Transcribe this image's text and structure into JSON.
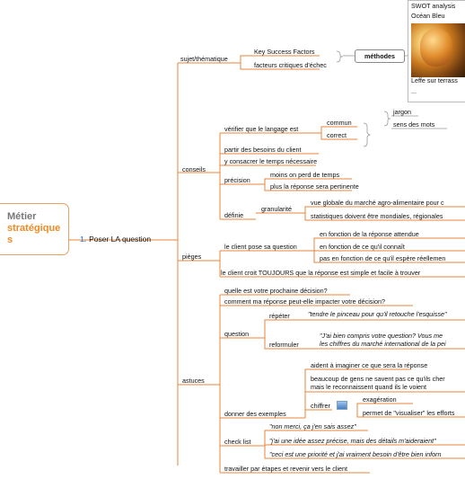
{
  "root": {
    "line1": "Métier",
    "line2": "stratégique",
    "line3": "s"
  },
  "branch": {
    "number": "1.",
    "label": "Poser LA question"
  },
  "sujet": {
    "label": "sujet/thématique",
    "items": [
      "Key Success Factors",
      "facteurs critiques d'échec"
    ],
    "methodes": "méthodes",
    "methods_list": [
      "SWOT analysis",
      "Océan Bleu",
      "Leffe sur terrass",
      "..."
    ]
  },
  "conseils": {
    "label": "conseils",
    "verifier": "vérifier que le langage est",
    "commun": "commun",
    "correct": "correct",
    "jargon": "jargon",
    "sens": "sens des mots",
    "partir": "partir des besoins du client",
    "consacrer": "y consacrer le temps nécessaire",
    "precision": "précision",
    "moins": "moins on perd de temps",
    "plus": "plus la réponse sera pertinente",
    "definie": "définie",
    "granularite": "granularité",
    "vue": "vue globale du marché agro-alimentaire pour c",
    "stats": "statistiques doivent être mondiales, régionales"
  },
  "pieges": {
    "label": "pièges",
    "pose": "le client pose sa question",
    "p1": "en fonction de la réponse attendue",
    "p2": "en fonction de ce qu'il connaît",
    "p3": "pas en fonction de ce qu'il espère réellemen",
    "croit": "le client croit TOUJOURS que la réponse est simple et facile à trouver"
  },
  "astuces": {
    "label": "astuces",
    "q1": "quelle est votre prochaine décision?",
    "q2": "comment ma réponse peut-elle impacter votre décision?",
    "question": "question",
    "repeter": "répéter",
    "repeter_quote": "\"tendre le pinceau pour qu'il retouche l'esquisse\"",
    "reformuler": "reformuler",
    "reformuler_quote1": "\"J'ai bien compris votre question? Vous me",
    "reformuler_quote2": "les chiffres du marché international de la pei",
    "exemples": "donner des exemples",
    "aide": "aident à imaginer ce que sera la réponse",
    "beaucoup1": "beaucoup de gens ne savent pas ce qu'ils cher",
    "beaucoup2": "mais le reconnaissent quand ils le voient",
    "chiffrer": "chiffrer",
    "exageration": "exagération",
    "permet": "permet de \"visualiser\" les efforts",
    "checklist": "check list",
    "c1": "\"non merci, ça j'en sais assez\"",
    "c2": "\"j'ai une idée assez précise, mais des détails m'aideraient\"",
    "c3": "\"ceci est une priorité et j'ai vraiment besoin d'être bien inforn",
    "travailler": "travailler par étapes et revenir vers le client"
  },
  "colors": {
    "line": "#e8843a",
    "accent": "#f08a24",
    "number": "#4a8fd8"
  }
}
